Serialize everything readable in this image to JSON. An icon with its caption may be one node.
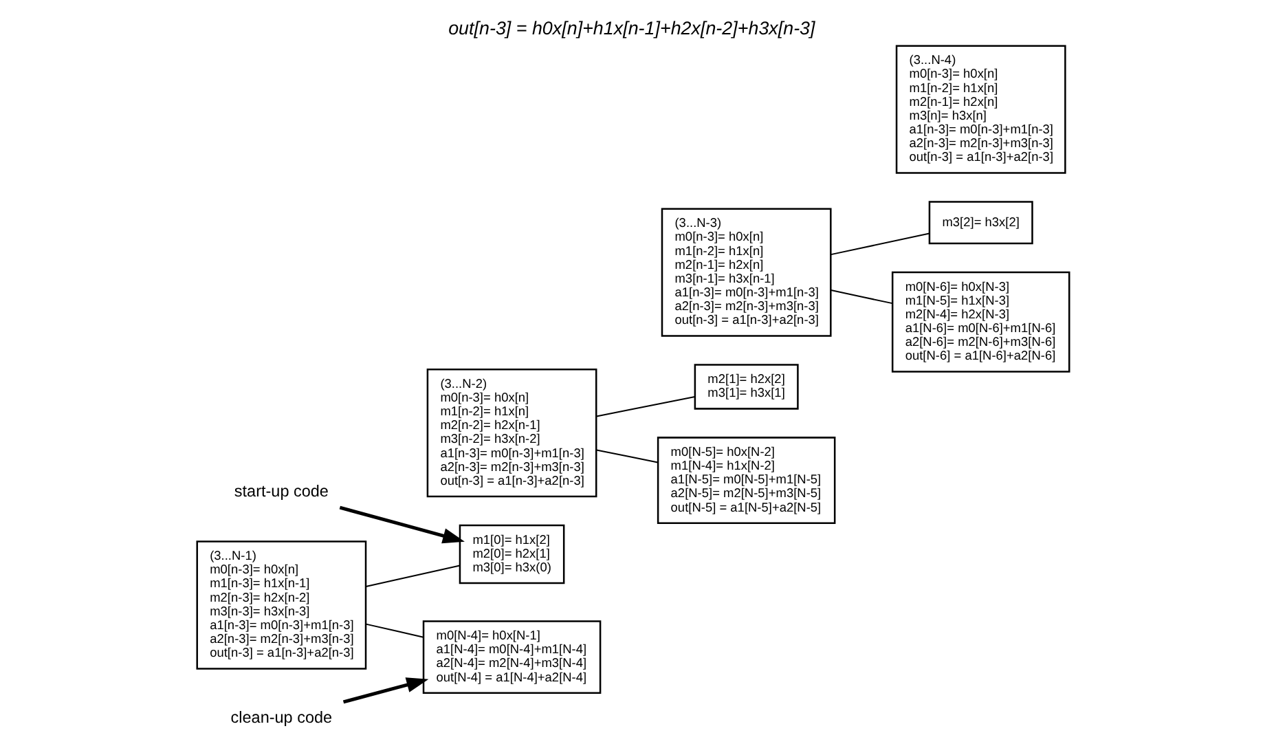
{
  "diagram": {
    "title": "out[n-3] = h0x[n]+h1x[n-1]+h2x[n-2]+h3x[n-3]",
    "nodes": [
      {
        "text": [
          "start-up code"
        ]
      },
      {
        "text": [
          "m1[0]= h1x[2]",
          "m2[0]= h2x[1]",
          "m3[0]= h3x(0)"
        ]
      },
      {
        "text": [
          "m2[1]= h2x[2]",
          "m3[1]= h3x[1]"
        ]
      },
      {
        "text": [
          "m3[2]= h3x[2]"
        ]
      },
      {
        "text": [
          "(3...N-1)",
          "m0[n-3]= h0x[n]",
          "m1[n-3]= h1x[n-1]",
          "m2[n-3]= h2x[n-2]",
          "m3[n-3]= h3x[n-3]",
          "a1[n-3]= m0[n-3]+m1[n-3]",
          "a2[n-3]= m2[n-3]+m3[n-3]",
          "out[n-3] = a1[n-3]+a2[n-3]"
        ]
      },
      {
        "text": [
          "(3...N-2)",
          "m0[n-3]= h0x[n]",
          "m1[n-2]= h1x[n]",
          "m2[n-2]= h2x[n-1]",
          "m3[n-2]= h3x[n-2]",
          "a1[n-3]= m0[n-3]+m1[n-3]",
          "a2[n-3]= m2[n-3]+m3[n-3]",
          "out[n-3] = a1[n-3]+a2[n-3]"
        ]
      },
      {
        "text": [
          "(3...N-3)",
          "m0[n-3]= h0x[n]",
          "m1[n-2]= h1x[n]",
          "m2[n-1]= h2x[n]",
          "m3[n-1]= h3x[n-1]",
          "a1[n-3]= m0[n-3]+m1[n-3]",
          "a2[n-3]= m2[n-3]+m3[n-3]",
          "out[n-3] = a1[n-3]+a2[n-3]"
        ]
      },
      {
        "text": [
          "(3...N-4)",
          "m0[n-3]= h0x[n]",
          "m1[n-2]= h1x[n]",
          "m2[n-1]= h2x[n]",
          "m3[n]= h3x[n]",
          "a1[n-3]= m0[n-3]+m1[n-3]",
          "a2[n-3]= m2[n-3]+m3[n-3]",
          "out[n-3] = a1[n-3]+a2[n-3]"
        ]
      },
      {
        "text": [
          "clean-up code"
        ]
      },
      {
        "text": [
          "m0[N-4]= h0x[N-1]",
          "a1[N-4]= m0[N-4]+m1[N-4]",
          "a2[N-4]= m2[N-4]+m3[N-4]",
          "out[N-4] = a1[N-4]+a2[N-4]"
        ]
      },
      {
        "text": [
          "m0[N-5]= h0x[N-2]",
          "m1[N-4]= h1x[N-2]",
          "a1[N-5]= m0[N-5]+m1[N-5]",
          "a2[N-5]= m2[N-5]+m3[N-5]",
          "out[N-5] = a1[N-5]+a2[N-5]"
        ]
      },
      {
        "text": [
          "m0[N-6]= h0x[N-3]",
          "m1[N-5]= h1x[N-3]",
          "m2[N-4]= h2x[N-3]",
          "a1[N-6]= m0[N-6]+m1[N-6]",
          "a2[N-6]= m2[N-6]+m3[N-6]",
          "out[N-6] = a1[N-6]+a2[N-6]"
        ]
      }
    ],
    "edges": [
      {
        "from": 0,
        "to": 1,
        "arrow": "to",
        "style": "thick"
      },
      {
        "from": 8,
        "to": 9,
        "arrow": "to",
        "style": "thick"
      },
      {
        "from": 4,
        "to": 1,
        "arrow": "none"
      },
      {
        "from": 4,
        "to": 9,
        "arrow": "none"
      },
      {
        "from": 5,
        "to": 2,
        "arrow": "none"
      },
      {
        "from": 5,
        "to": 10,
        "arrow": "none"
      },
      {
        "from": 6,
        "to": 3,
        "arrow": "none"
      },
      {
        "from": 6,
        "to": 11,
        "arrow": "none"
      }
    ]
  }
}
